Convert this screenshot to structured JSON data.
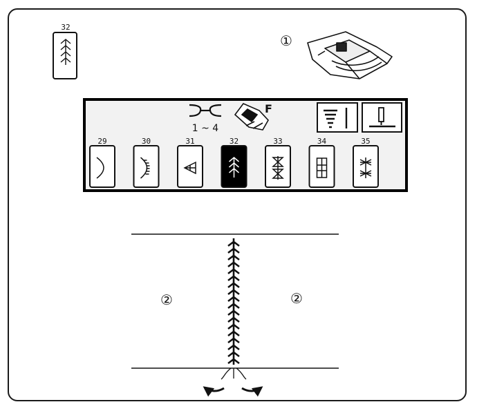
{
  "selected_pattern": {
    "number": "32"
  },
  "callouts": {
    "presser_foot": "①",
    "fabric_left": "②",
    "fabric_right": "②"
  },
  "lcd": {
    "thread_tension_range": "1 ~ 4",
    "foot_letter": "F",
    "patterns": [
      {
        "number": "29",
        "icon": "crescent-stitch-icon",
        "selected": false
      },
      {
        "number": "30",
        "icon": "scallop-stitch-icon",
        "selected": false
      },
      {
        "number": "31",
        "icon": "tulip-stitch-icon",
        "selected": false
      },
      {
        "number": "32",
        "icon": "feather-stitch-icon",
        "selected": true
      },
      {
        "number": "33",
        "icon": "cross-diamond-stitch-icon",
        "selected": false
      },
      {
        "number": "34",
        "icon": "ladder-stitch-icon",
        "selected": false
      },
      {
        "number": "35",
        "icon": "star-stitch-icon",
        "selected": false
      }
    ]
  }
}
